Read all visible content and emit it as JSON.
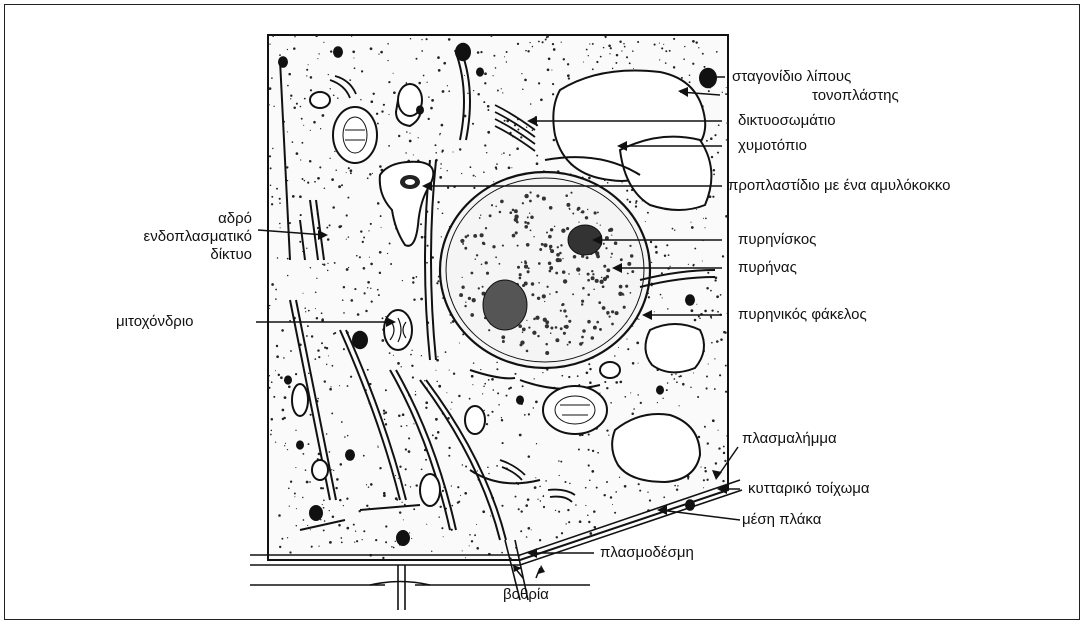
{
  "labels": {
    "fat_droplet": "σταγονίδιο λίπους",
    "tonoplast": "τονοπλάστης",
    "dictyosome": "δικτυοσωμάτιο",
    "vacuole": "χυμοτόπιο",
    "proplastid": "προπλαστίδιο με ένα αμυλόκοκκο",
    "nucleolus": "πυρηνίσκος",
    "nucleus": "πυρήνας",
    "nuclear_envelope": "πυρηνικός φάκελος",
    "plasmalemma": "πλασμαλήμμα",
    "cell_wall": "κυτταρικό τοίχωμα",
    "middle_lamella": "μέση πλάκα",
    "plasmodesma": "πλασμοδέσμη",
    "pits": "βοθρία",
    "smooth_er_line1": "αδρό",
    "smooth_er_line2": "ενδοπλασματικό",
    "smooth_er_line3": "δίκτυο",
    "mitochondrion": "μιτοχόνδριο"
  }
}
